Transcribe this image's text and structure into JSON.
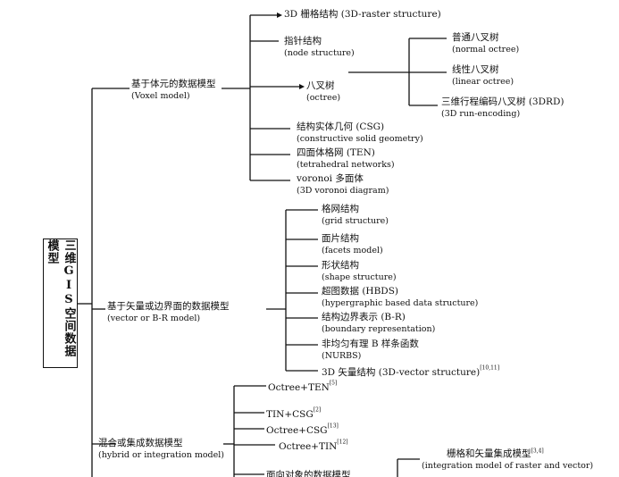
{
  "root": "三维GIS空间数据模型",
  "models": {
    "voxel": {
      "zh": "基于体元的数据模型",
      "en": "(Voxel model)",
      "children": [
        {
          "zh": "3D 栅格结构 (3D-raster structure)"
        },
        {
          "zh": "指针结构",
          "en": "(node structure)"
        },
        {
          "zh": "八叉树",
          "en": "(octree)"
        },
        {
          "zh": "结构实体几何 (CSG)",
          "en": "(constructive solid geometry)"
        },
        {
          "zh": "四面体格网 (TEN)",
          "en": "(tetrahedral networks)"
        },
        {
          "zh": "voronoi 多面体",
          "en": "(3D voronoi diagram)"
        }
      ],
      "octree_children": [
        {
          "zh": "普通八叉树",
          "en": "(normal octree)"
        },
        {
          "zh": "线性八叉树",
          "en": "(linear octree)"
        },
        {
          "zh": "三维行程编码八叉树 (3DRD)",
          "en": "(3D run-encoding)"
        }
      ]
    },
    "vector": {
      "zh": "基于矢量或边界面的数据模型",
      "en": "(vector or B-R model)",
      "children": [
        {
          "zh": "格网结构",
          "en": "(grid structure)"
        },
        {
          "zh": "面片结构",
          "en": "(facets model)"
        },
        {
          "zh": "形状结构",
          "en": "(shape structure)"
        },
        {
          "zh": "超图数据 (HBDS)",
          "en": "(hypergraphic based data structure)"
        },
        {
          "zh": "结构边界表示 (B-R)",
          "en": "(boundary representation)"
        },
        {
          "zh": "非均匀有理 B 样条函数",
          "en": "(NURBS)"
        },
        {
          "zh": "3D 矢量结构 (3D-vector structure)",
          "ref": "[10,11]"
        }
      ]
    },
    "hybrid": {
      "zh": "混合或集成数据模型",
      "en": "(hybrid or integration model)",
      "children": [
        {
          "zh": "Octree+TEN",
          "ref": "[5]"
        },
        {
          "zh": "TIN+CSG",
          "ref": "[2]"
        },
        {
          "zh": "Octree+CSG",
          "ref": "[13]"
        },
        {
          "zh": "Octree+TIN",
          "ref": "[12]"
        }
      ],
      "object_model": {
        "zh": "面向对象的数据模型"
      },
      "integration": {
        "zh": "栅格和矢量集成模型",
        "ref": "[3,4]",
        "en": "(integration model of raster and vector)"
      }
    }
  }
}
